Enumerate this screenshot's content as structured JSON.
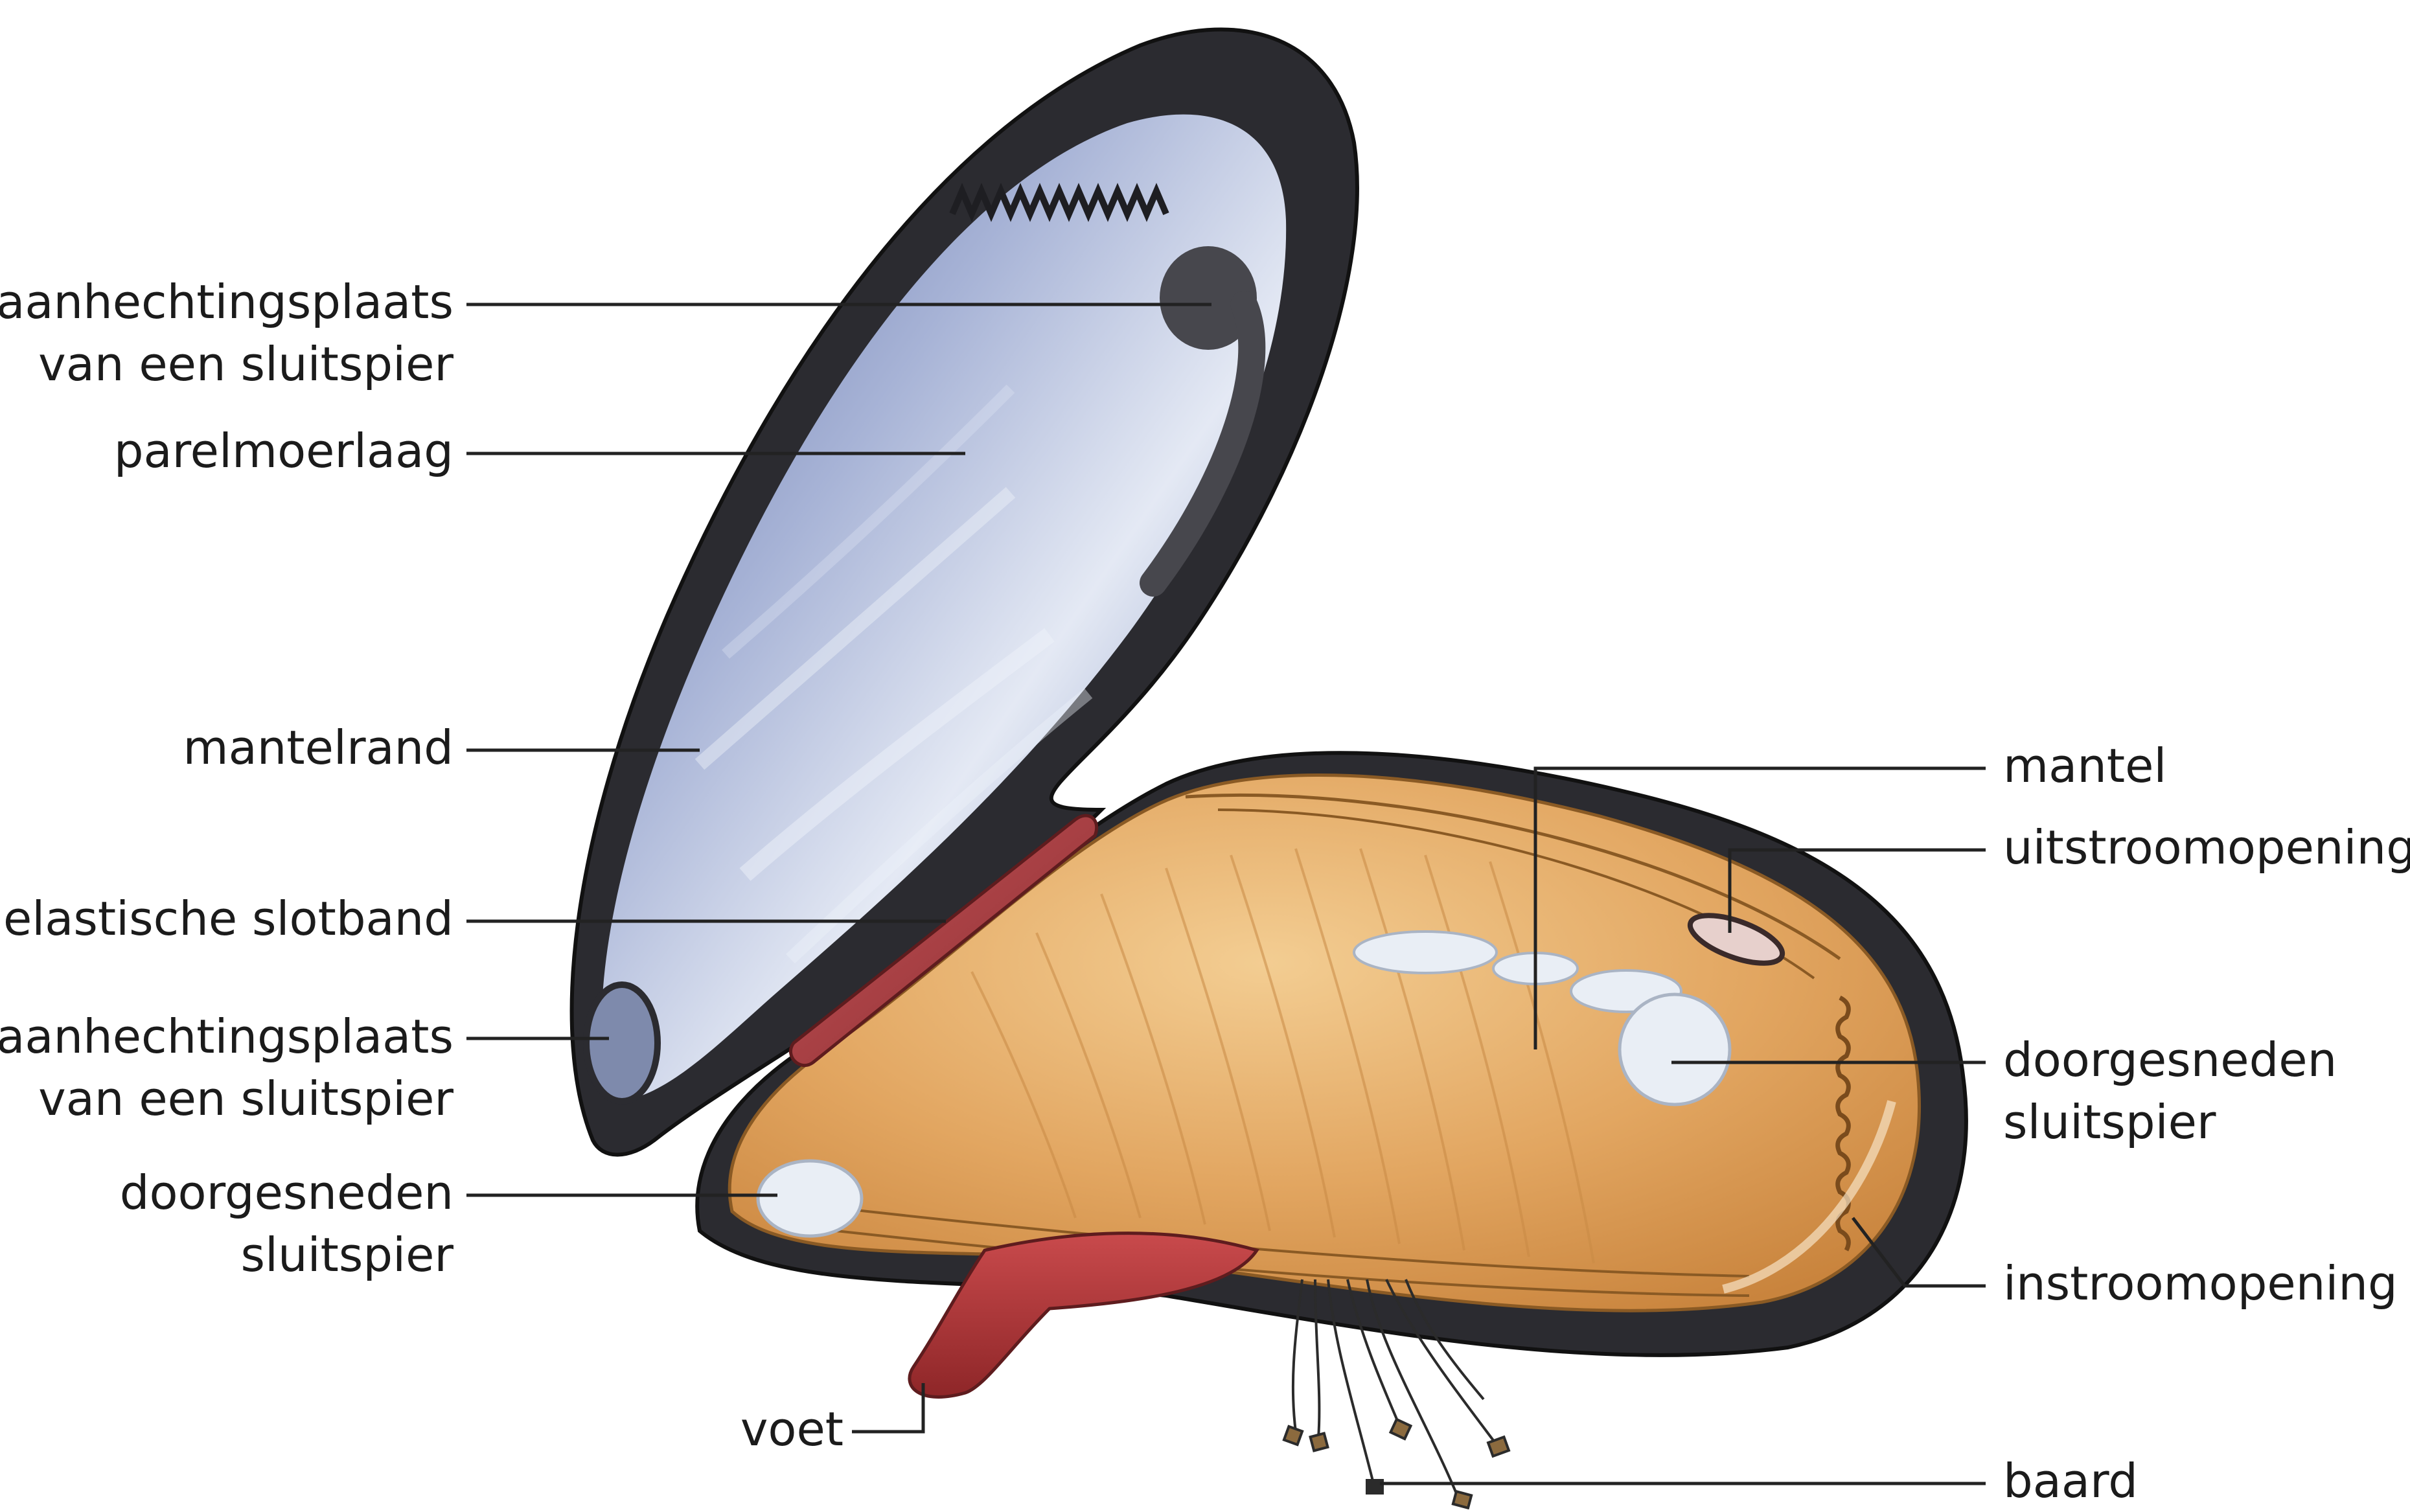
{
  "labels": {
    "attachment_top": [
      "aanhechtingsplaats",
      "van een sluitspier"
    ],
    "nacre": [
      "parelmoerlaag"
    ],
    "mantle_edge": [
      "mantelrand"
    ],
    "ligament": [
      "elastische slotband"
    ],
    "attachment_bottom": [
      "aanhechtingsplaats",
      "van een sluitspier"
    ],
    "cut_muscle_left": [
      "doorgesneden",
      "sluitspier"
    ],
    "foot": [
      "voet"
    ],
    "mantle": [
      "mantel"
    ],
    "exhalant": [
      "uitstroomopening"
    ],
    "cut_muscle_right": [
      "doorgesneden",
      "sluitspier"
    ],
    "inhalant": [
      "instroomopening"
    ],
    "byssus": [
      "baard"
    ]
  },
  "colors": {
    "shell_outer": "#2a2a2e",
    "nacre_dark": "#7f8fb8",
    "nacre_light": "#dfe5f2",
    "mantle_body": "#e0a25e",
    "mantle_light": "#f2c98e",
    "ligament": "#a8383c",
    "foot": "#b23a3e",
    "muscle_scar": "#4a4a4f",
    "cut_muscle": "#e9eef5",
    "leader_line": "#222222"
  }
}
